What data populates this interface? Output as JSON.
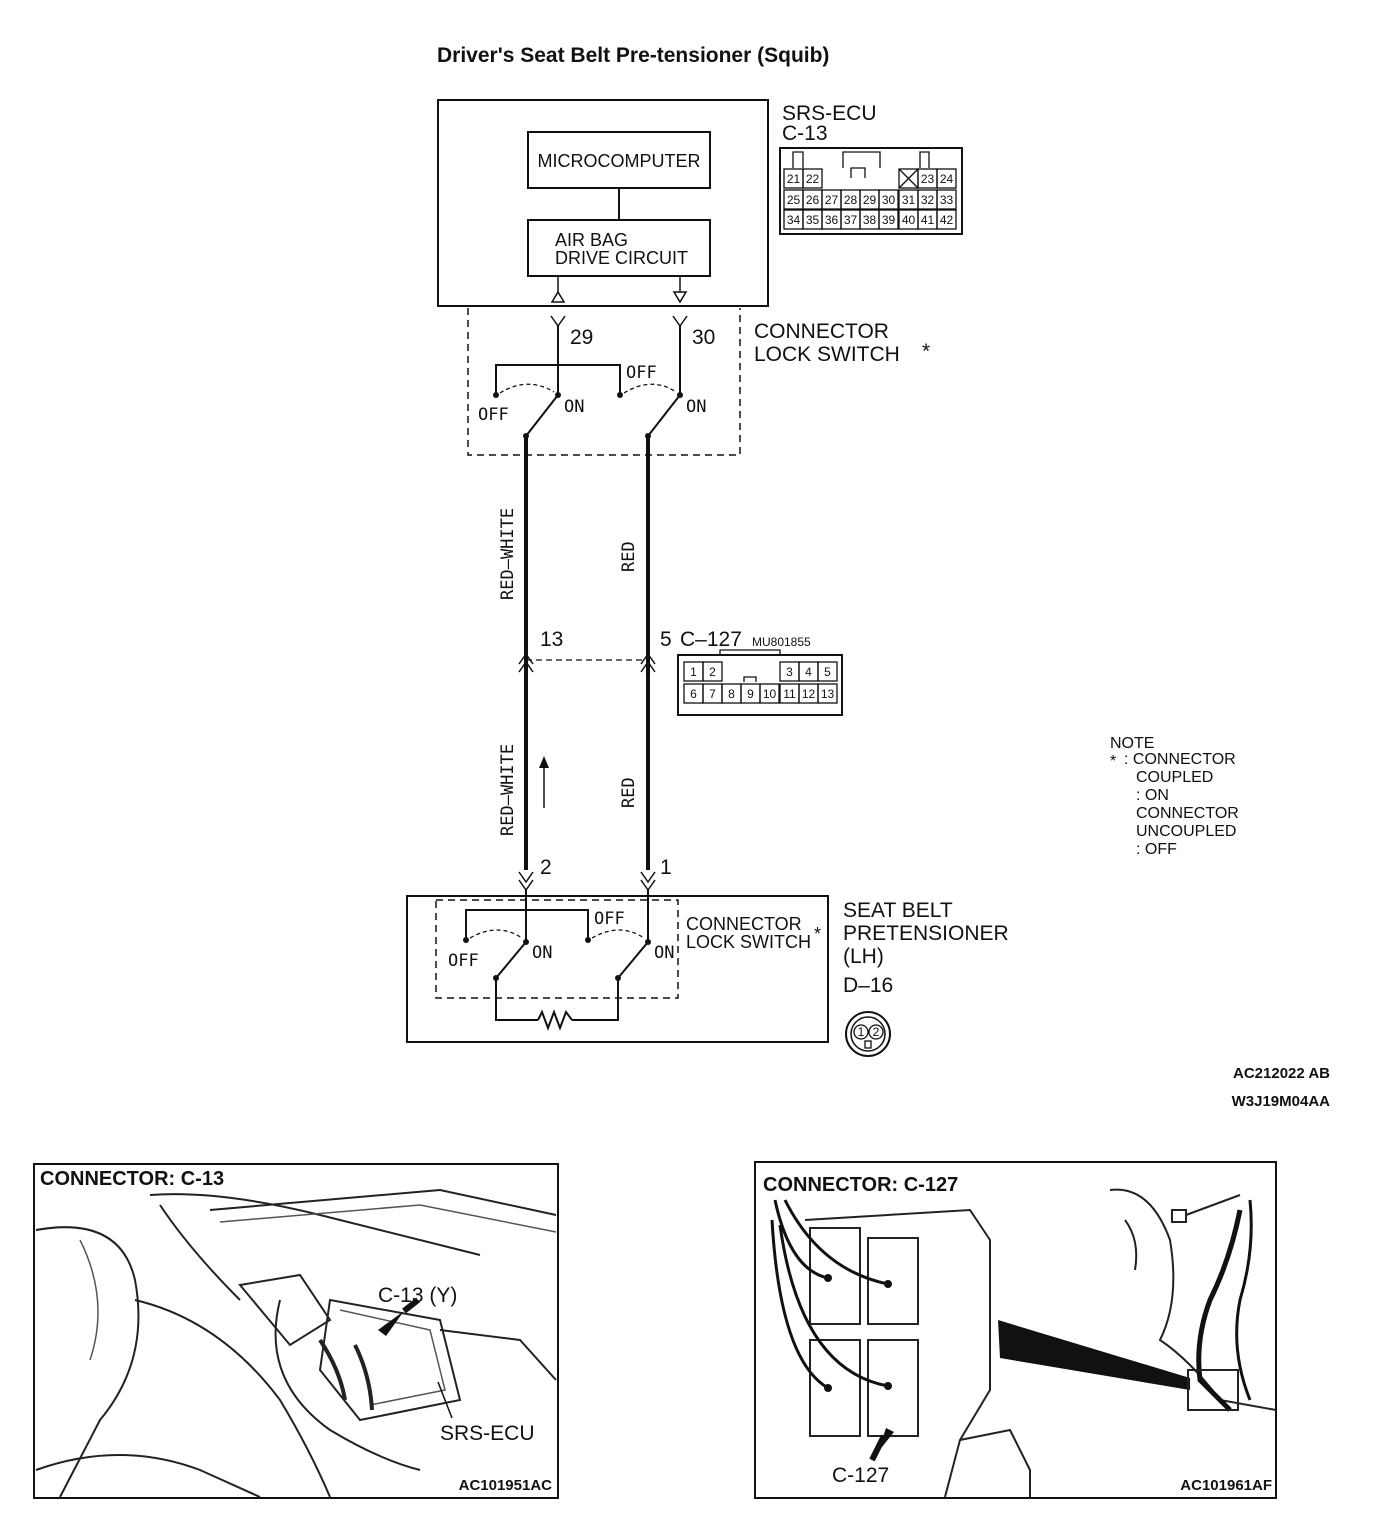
{
  "title": "Driver's Seat Belt Pre-tensioner (Squib)",
  "ecu": {
    "name": "SRS-ECU",
    "connector": "C-13",
    "microcomputer": "MICROCOMPUTER",
    "drive_circuit_line1": "AIR BAG",
    "drive_circuit_line2": "DRIVE CIRCUIT",
    "pins_row1": [
      "21",
      "22",
      "23",
      "24"
    ],
    "pins_row2": [
      "25",
      "26",
      "27",
      "28",
      "29",
      "30",
      "31",
      "32",
      "33"
    ],
    "pins_row3": [
      "34",
      "35",
      "36",
      "37",
      "38",
      "39",
      "40",
      "41",
      "42"
    ]
  },
  "lock_switch_upper": {
    "line1": "CONNECTOR",
    "line2": "LOCK SWITCH",
    "asterisk": "*",
    "pin_left": "29",
    "pin_right": "30",
    "off": "OFF",
    "on": "ON"
  },
  "wires": {
    "left": "RED–WHITE",
    "right": "RED"
  },
  "junction": {
    "connector": "C–127",
    "part_number": "MU801855",
    "pin_left": "13",
    "pin_right": "5",
    "pins_row1": [
      "1",
      "2",
      "3",
      "4",
      "5"
    ],
    "pins_row2": [
      "6",
      "7",
      "8",
      "9",
      "10",
      "11",
      "12",
      "13"
    ]
  },
  "pretensioner": {
    "line1": "SEAT BELT",
    "line2": "PRETENSIONER",
    "line3": "(LH)",
    "connector": "D–16",
    "pin_left": "2",
    "pin_right": "1",
    "lock_line1": "CONNECTOR",
    "lock_line2": "LOCK SWITCH",
    "asterisk": "*",
    "off": "OFF",
    "on": "ON",
    "face_pins": [
      "1",
      "2"
    ]
  },
  "note": {
    "heading": "NOTE",
    "asterisk": "*",
    "lines": [
      ": CONNECTOR",
      "COUPLED",
      ": ON",
      "CONNECTOR",
      "UNCOUPLED",
      ": OFF"
    ]
  },
  "codes": {
    "code1": "AC212022 AB",
    "code2": "W3J19M04AA"
  },
  "panel_left": {
    "title": "CONNECTOR: C-13",
    "callout_connector": "C-13 (Y)",
    "callout_ecu": "SRS-ECU",
    "code": "AC101951AC"
  },
  "panel_right": {
    "title": "CONNECTOR: C-127",
    "callout": "C-127",
    "code": "AC101961AF"
  }
}
